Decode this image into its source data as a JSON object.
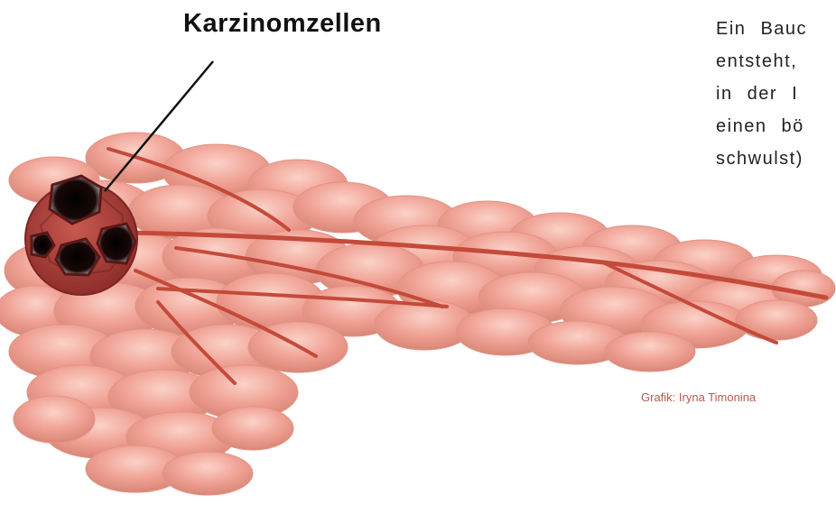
{
  "labels": {
    "title": "Karzinomzellen",
    "credit": "Grafik: Iryna Timonina"
  },
  "description_lines": [
    "Ein Bauc",
    "entsteht,",
    "in der I",
    "einen bö",
    "schwulst)"
  ],
  "colors": {
    "cell_fill": "#f0a295",
    "cell_highlight": "#fbd2c8",
    "cell_shadow": "#d98676",
    "vessel": "#c44a3a",
    "tumor": "#b23f38",
    "tumor_core": "#0d0606",
    "credit_text": "#b85a50"
  }
}
